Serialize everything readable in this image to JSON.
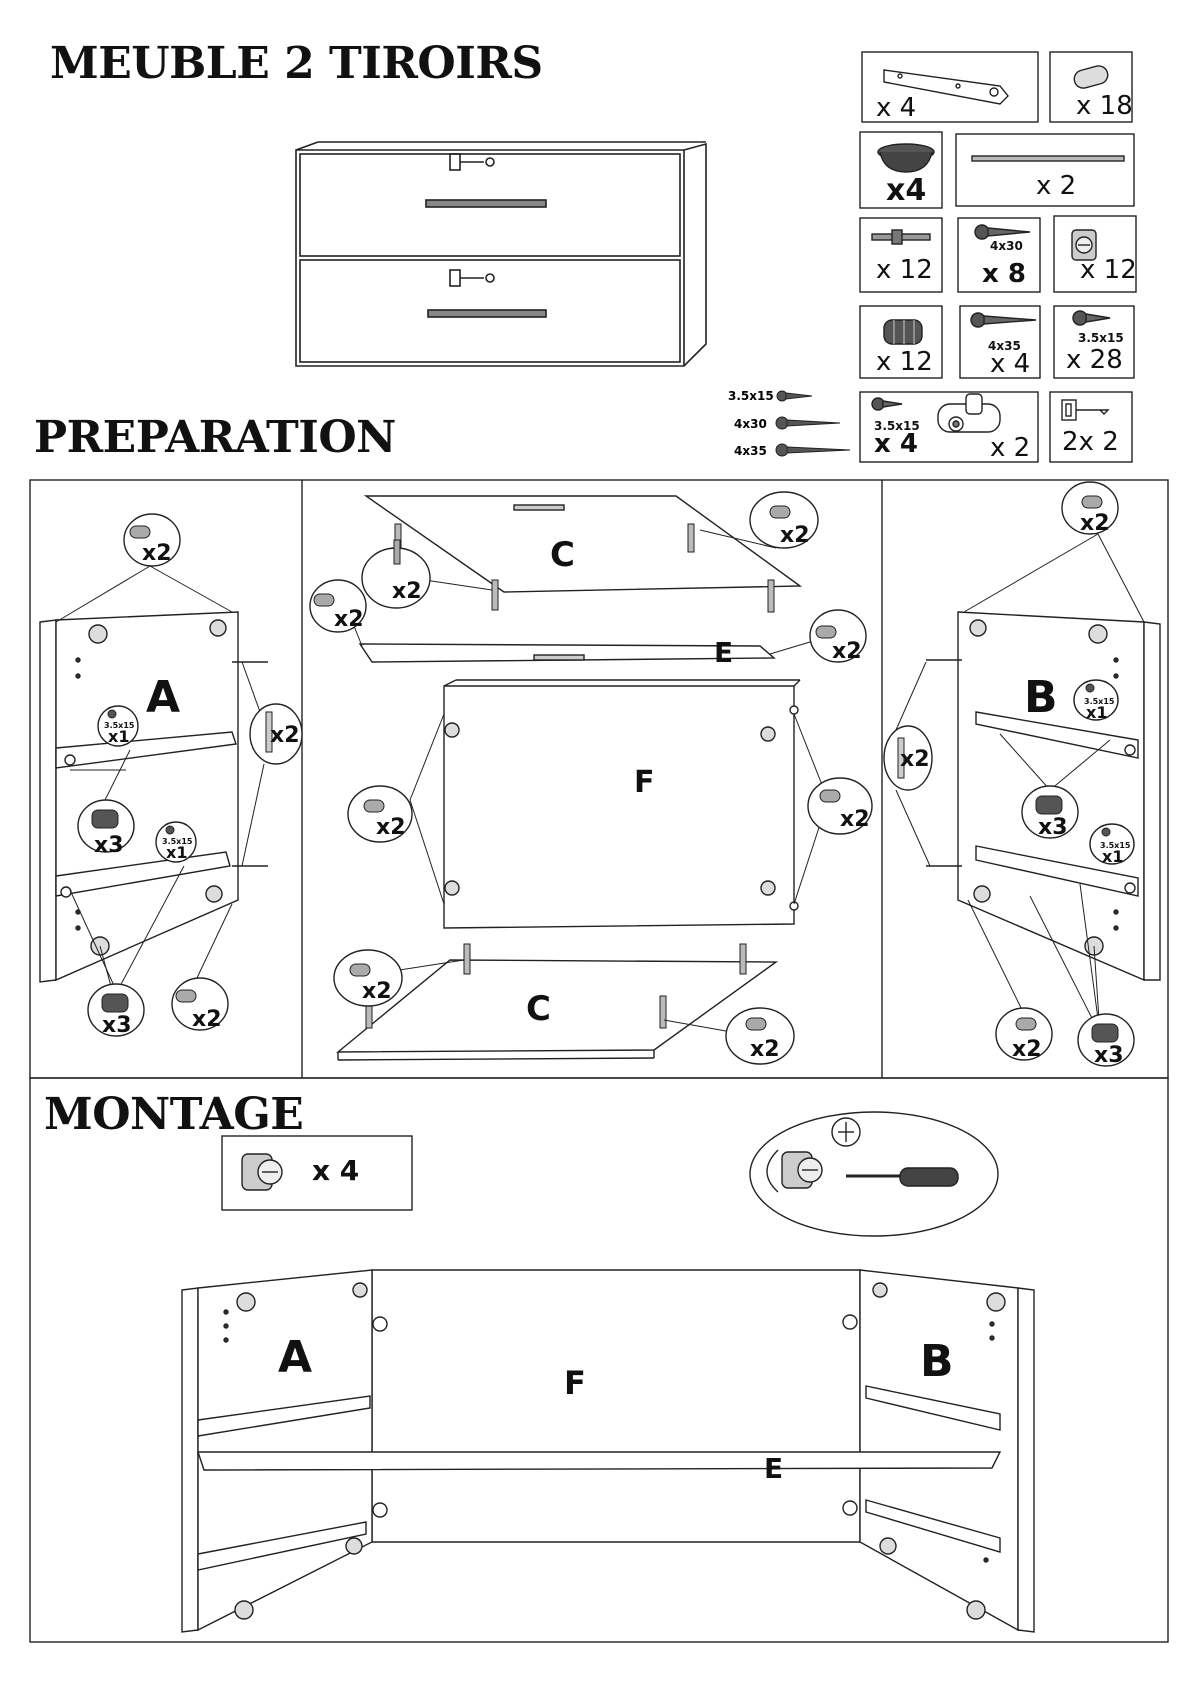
{
  "title": "MEUBLE 2 TIROIRS",
  "sections": {
    "preparation": "PREPARATION",
    "montage": "MONTAGE"
  },
  "parts": {
    "slide_rail": "x 4",
    "dowel": "x 18",
    "foot": "x4",
    "rod": "x 2",
    "cam_bolt": "x 12",
    "screw_4x30_size": "4x30",
    "screw_4x30_qty": "x 8",
    "cam_lock": "x 12",
    "insert": "x 12",
    "screw_4x35_size": "4x35",
    "screw_4x35_qty": "x 4",
    "screw_35x15_size": "3.5x15",
    "screw_35x15_qty": "x 28",
    "lock_screw_size": "3.5x15",
    "lock_screw_qty": "x 4",
    "lock_qty": "x 2",
    "key_qty": "2x 2"
  },
  "screw_legend": [
    {
      "size": "3.5x15",
      "icon": "short-screw-icon"
    },
    {
      "size": "4x30",
      "icon": "medium-screw-icon"
    },
    {
      "size": "4x35",
      "icon": "long-screw-icon"
    }
  ],
  "panels": {
    "A": "A",
    "B": "B",
    "C": "C",
    "E": "E",
    "F": "F"
  },
  "callouts": {
    "x1": "x1",
    "x2": "x2",
    "x3": "x3",
    "size_3_5x15": "3.5x15"
  },
  "montage": {
    "cam_qty": "x 4"
  }
}
